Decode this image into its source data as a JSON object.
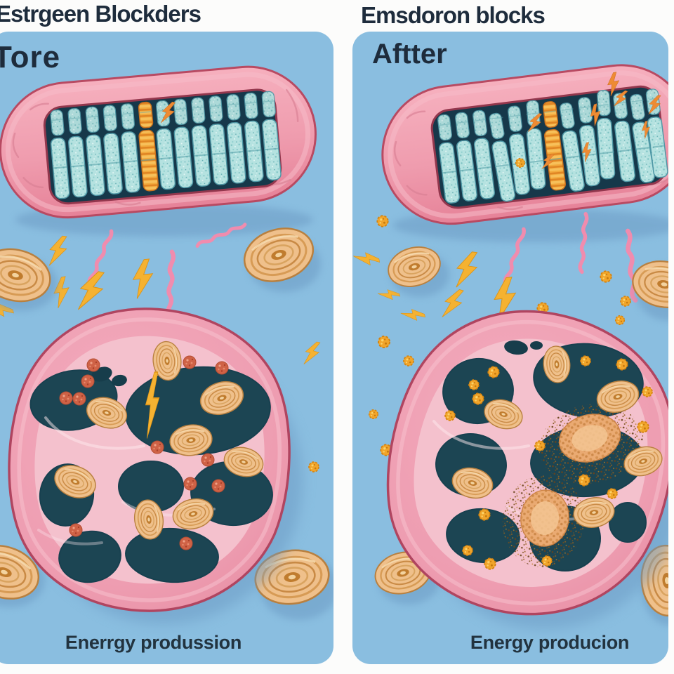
{
  "header": {
    "left_title": "Estrgeen Blockders",
    "right_title": "Emsdoron blocks"
  },
  "panels": {
    "before": {
      "label": "Tore",
      "caption": "Enerrgy produssion"
    },
    "after": {
      "label": "Aftter",
      "caption": "Energy producion"
    }
  },
  "palette": {
    "page_white": "#fcfcfb",
    "panel_blue": "#8abee0",
    "text_navy": "#1e2c3c",
    "mitochondrion_pink": "#ef9cae",
    "mitochondrion_outline": "#b84a62",
    "cristae_teal": "#b5e2e0",
    "cristae_outline": "#4f98a6",
    "atp_column_orange": "#f2a93c",
    "cavity_navy": "#16384a",
    "lightning_yellow": "#f5b231",
    "spark_orange": "#ee8b33",
    "squiggle_pink": "#f08cae",
    "cell_pink": "#ee9db1",
    "cell_outline": "#b04560",
    "membrane_pink": "#f4c1cd",
    "compartment_teal": "#1c4553",
    "vesicle_tan": "#efc08b",
    "granule_rust": "#cf6246",
    "granule_gold": "#f1a52b",
    "shadow_blue": "#6b99c2"
  }
}
